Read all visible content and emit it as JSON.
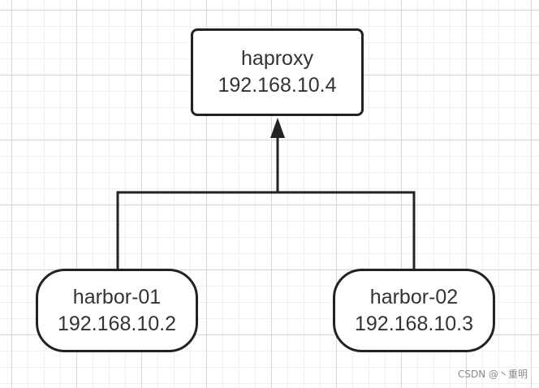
{
  "nodes": {
    "haproxy": {
      "name": "haproxy",
      "ip": "192.168.10.4"
    },
    "harbor01": {
      "name": "harbor-01",
      "ip": "192.168.10.2"
    },
    "harbor02": {
      "name": "harbor-02",
      "ip": "192.168.10.3"
    }
  },
  "edges": [
    {
      "from": "harbor-01",
      "to": "haproxy"
    },
    {
      "from": "harbor-02",
      "to": "haproxy"
    }
  ],
  "watermark": "CSDN @丶重明",
  "colors": {
    "stroke": "#222222",
    "text": "#333333",
    "grid": "#d6d6d6",
    "background": "#ffffff"
  }
}
